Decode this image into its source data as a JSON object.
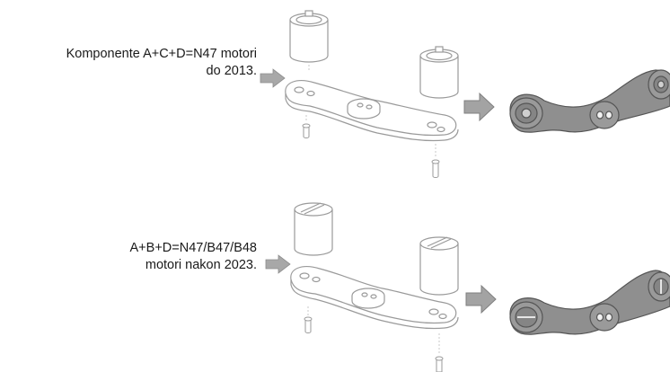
{
  "assemblies": [
    {
      "caption_lines": [
        "Komponente A+C+D=N47 motori",
        "do 2013."
      ],
      "colors": {
        "part_stroke": "#9a9a9a",
        "arrow_fill": "#a3a3a3",
        "assembled_fill": "#8f8f8f"
      }
    },
    {
      "caption_lines": [
        "A+B+D=N47/B47/B48",
        "motori nakon 2023."
      ],
      "colors": {
        "part_stroke": "#9a9a9a",
        "arrow_fill": "#a3a3a3",
        "assembled_fill": "#8f8f8f"
      }
    }
  ]
}
